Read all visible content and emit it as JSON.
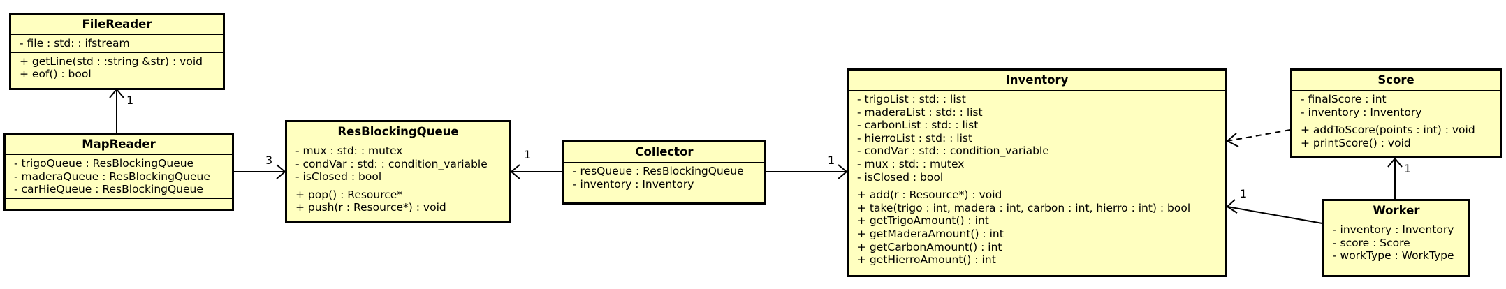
{
  "classes": {
    "filereader": {
      "name": "FileReader",
      "attributes": [
        "- file : std: : ifstream"
      ],
      "operations": [
        "+ getLine(std : :string &str) : void",
        "+ eof() : bool"
      ]
    },
    "mapreader": {
      "name": "MapReader",
      "attributes": [
        "- trigoQueue : ResBlockingQueue",
        "- maderaQueue : ResBlockingQueue",
        "- carHieQueue : ResBlockingQueue"
      ],
      "operations": []
    },
    "resblockingqueue": {
      "name": "ResBlockingQueue",
      "attributes": [
        "- mux : std: : mutex",
        "- condVar : std: : condition_variable",
        "- isClosed : bool"
      ],
      "operations": [
        "+ pop() : Resource*",
        "+ push(r : Resource*) : void"
      ]
    },
    "collector": {
      "name": "Collector",
      "attributes": [
        "- resQueue : ResBlockingQueue",
        "- inventory : Inventory"
      ],
      "operations": []
    },
    "inventory": {
      "name": "Inventory",
      "attributes": [
        "- trigoList : std: : list",
        "- maderaList : std: : list",
        "- carbonList : std: : list",
        "- hierroList : std: : list",
        "- condVar : std: : condition_variable",
        "- mux : std: : mutex",
        "- isClosed : bool"
      ],
      "operations": [
        "+ add(r : Resource*) : void",
        "+ take(trigo : int, madera : int, carbon : int, hierro : int) : bool",
        "+ getTrigoAmount() : int",
        "+ getMaderaAmount() : int",
        "+ getCarbonAmount() : int",
        "+ getHierroAmount() : int"
      ]
    },
    "score": {
      "name": "Score",
      "attributes": [
        "- finalScore : int",
        "- inventory : Inventory"
      ],
      "operations": [
        "+ addToScore(points : int) : void",
        "+ printScore() : void"
      ]
    },
    "worker": {
      "name": "Worker",
      "attributes": [
        "- inventory : Inventory",
        "- score : Score",
        "- workType : WorkType"
      ],
      "operations": []
    }
  },
  "relations": [
    {
      "from": "MapReader",
      "to": "FileReader",
      "style": "solid",
      "multiplicity": "1"
    },
    {
      "from": "MapReader",
      "to": "ResBlockingQueue",
      "style": "solid",
      "multiplicity": "3"
    },
    {
      "from": "Collector",
      "to": "ResBlockingQueue",
      "style": "solid",
      "multiplicity": "1"
    },
    {
      "from": "Collector",
      "to": "Inventory",
      "style": "solid",
      "multiplicity": "1"
    },
    {
      "from": "Score",
      "to": "Inventory",
      "style": "dashed",
      "multiplicity": ""
    },
    {
      "from": "Worker",
      "to": "Score",
      "style": "solid",
      "multiplicity": "1"
    },
    {
      "from": "Worker",
      "to": "Inventory",
      "style": "solid",
      "multiplicity": "1"
    }
  ]
}
